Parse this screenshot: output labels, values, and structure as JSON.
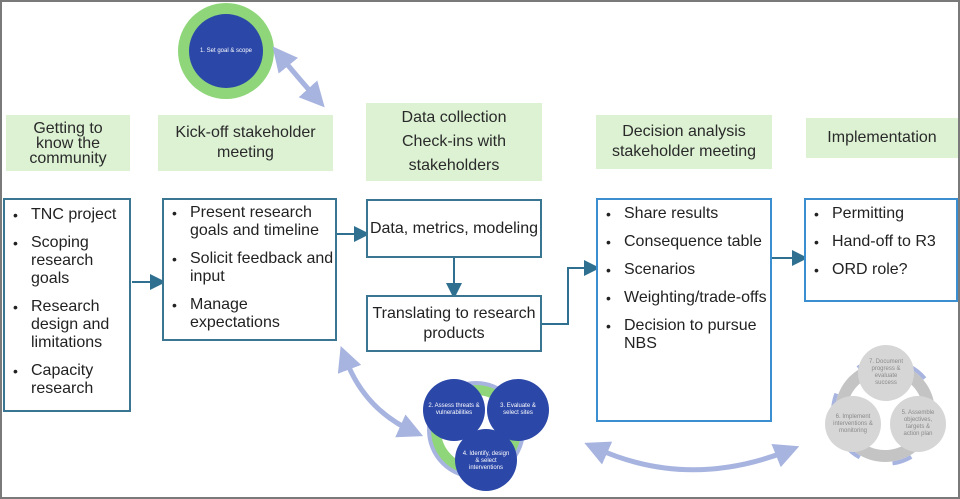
{
  "colors": {
    "header_fill": "#dcf2d3",
    "box_border": "#3a7592",
    "box_border_bright": "#3b8fd0",
    "connector": "#2f6f8f",
    "cycle_arrow": "#a8b4e0",
    "step_blue": "#2b47a8",
    "step_ring_green": "#8fd67a",
    "step_grey": "#d6d6d6"
  },
  "stages": [
    {
      "header": [
        "Getting to",
        "know the",
        "community"
      ],
      "items": [
        "TNC project",
        "Scoping research goals",
        "Research design and limitations",
        "Capacity research"
      ]
    },
    {
      "header": [
        "Kick-off stakeholder",
        "meeting"
      ],
      "items": [
        "Present research goals and timeline",
        "Solicit feedback and input",
        "Manage expectations"
      ]
    },
    {
      "header": [
        "Data collection",
        "Check-ins with",
        "stakeholders"
      ],
      "boxes": [
        "Data, metrics, modeling",
        "Translating to research products"
      ]
    },
    {
      "header": [
        "Decision analysis",
        "stakeholder meeting"
      ],
      "items": [
        "Share results",
        "Consequence table",
        "Scenarios",
        "Weighting/trade-offs",
        "Decision to pursue NBS"
      ]
    },
    {
      "header": [
        "Implementation"
      ],
      "items": [
        "Permitting",
        "Hand-off to R3",
        "ORD role?"
      ]
    }
  ],
  "cycle_steps": {
    "step1": "1. Set goal & scope",
    "step2": "2. Assess threats & vulnerabilities",
    "step3": "3. Evaluate & select sites",
    "step4": "4. Identify, design & select interventions",
    "step5": "5. Assemble objectives, targets & action plan",
    "step6": "6. Implement interventions & monitoring",
    "step7": "7. Document progress & evaluate success"
  }
}
